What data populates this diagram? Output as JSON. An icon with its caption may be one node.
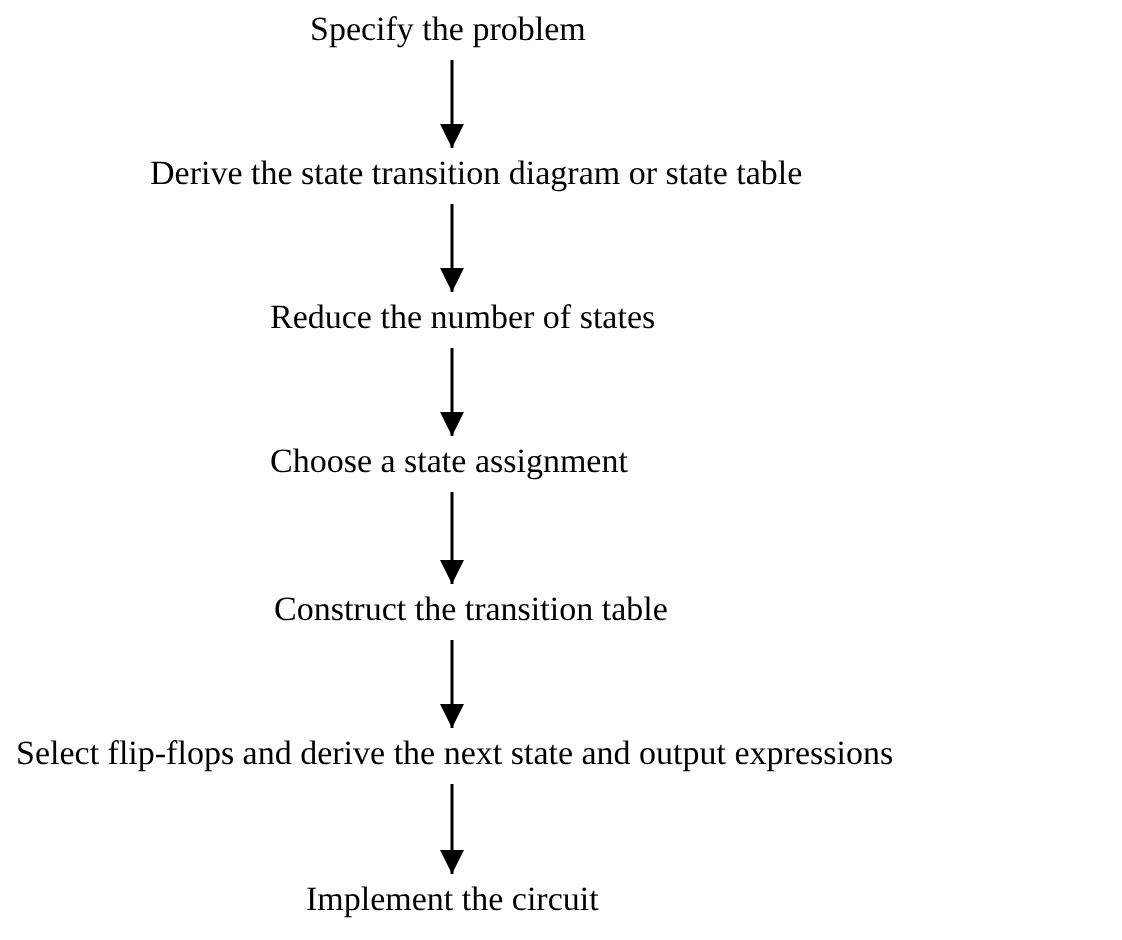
{
  "diagram": {
    "nodes": [
      {
        "text": [
          "Specify the problem"
        ]
      },
      {
        "text": [
          "Derive the state transition diagram or state table"
        ]
      },
      {
        "text": [
          "Reduce the number of states"
        ]
      },
      {
        "text": [
          "Choose a state assignment"
        ]
      },
      {
        "text": [
          "Construct the transition table"
        ]
      },
      {
        "text": [
          "Select flip-flops and derive the next state and output expressions"
        ]
      },
      {
        "text": [
          "Implement the circuit"
        ]
      }
    ],
    "edges": [
      {
        "from": 0,
        "to": 1,
        "arrow": "to"
      },
      {
        "from": 1,
        "to": 2,
        "arrow": "to"
      },
      {
        "from": 2,
        "to": 3,
        "arrow": "to"
      },
      {
        "from": 3,
        "to": 4,
        "arrow": "to"
      },
      {
        "from": 4,
        "to": 5,
        "arrow": "to"
      },
      {
        "from": 5,
        "to": 6,
        "arrow": "to"
      }
    ]
  }
}
